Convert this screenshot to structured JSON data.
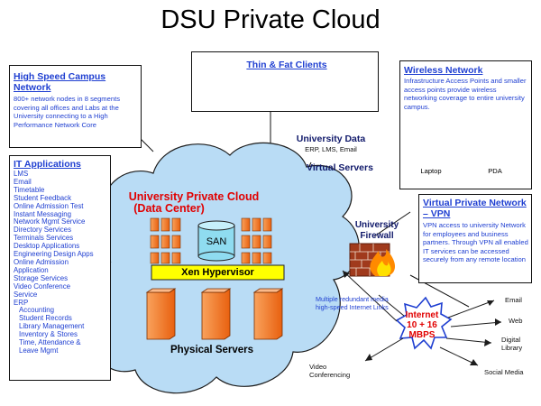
{
  "title": "DSU Private Cloud",
  "campus_network": {
    "heading": "High Speed Campus Network",
    "text": "800+ network nodes in 8 segments covering all offices and Labs at the University connecting to a High Performance Network Core"
  },
  "clients": {
    "heading": "Thin & Fat Clients"
  },
  "wireless": {
    "heading": "Wireless Network",
    "text": "Infrastructure Access Points and smaller access points provide wireless networking coverage to entire university campus.",
    "devices": [
      "Laptop",
      "PDA"
    ]
  },
  "it_apps": {
    "heading": "IT Applications",
    "items": [
      "LMS",
      "Email",
      "Timetable",
      "Student Feedback",
      "Online Admission Test",
      "Instant Messaging",
      "Network Mgmt Service",
      "Directory Services",
      "Terminals Services",
      "Desktop Applications",
      "Engineering Design Apps",
      "Online Admission",
      "Application",
      "Storage Services",
      "Video Conference",
      "Service",
      "ERP"
    ],
    "erp_items": [
      "Accounting",
      "Student Records",
      "Library Management",
      "Inventory & Stores",
      "Time, Attendance &",
      "Leave Mgmt"
    ]
  },
  "university_data": {
    "heading": "University Data",
    "sub": "ERP, LMS, Email"
  },
  "virtual_servers": "Virtual Servers",
  "private_cloud": {
    "line1": "University Private Cloud",
    "line2": "(Data Center)"
  },
  "san": "SAN",
  "hypervisor": "Xen Hypervisor",
  "physical_servers": "Physical Servers",
  "firewall": {
    "line1": "University",
    "line2": "Firewall"
  },
  "vpn": {
    "heading": "Virtual Private Network – VPN",
    "text": "VPN access to university Network for employees and business partners. Through VPN all enabled IT services can be accessed securely from any remote location"
  },
  "links_note": "Multiple redundant media high-speed Internet Links",
  "internet": {
    "line1": "Internet",
    "line2": "10 + 16",
    "line3": "MBPS"
  },
  "internet_services": [
    "Email",
    "Web",
    "Digital Library",
    "Social Media",
    "Video Conferencing"
  ],
  "colors": {
    "accent_blue": "#1f3fd1",
    "cloud": "#b9dcf5",
    "server_orange": "#f47320",
    "hypervisor_yellow": "#ffff00",
    "cloud_red": "#e10000"
  }
}
